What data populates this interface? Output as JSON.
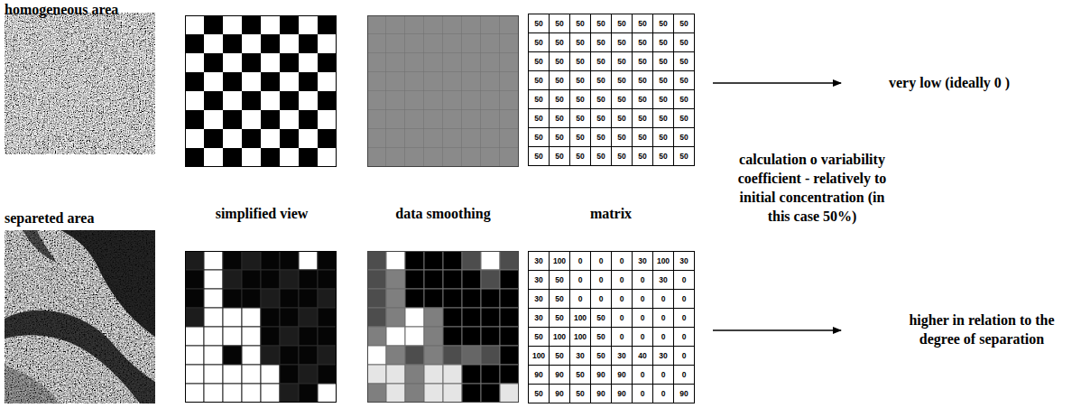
{
  "diagram": {
    "labels": [
      "homogeneous area",
      "very low (ideally 0 )",
      "simplified view",
      "data smoothing",
      "matrix",
      "calculation o variability coefficient - relatively to initial concentration (in this case 50%)",
      "separeted area",
      "higher in relation to the degree of separation",
      "50",
      "50",
      "50",
      "50",
      "50",
      "50",
      "50",
      "50",
      "50",
      "50",
      "50",
      "50",
      "50",
      "50",
      "50",
      "50",
      "50",
      "50",
      "50",
      "50",
      "50",
      "50",
      "50",
      "50",
      "50",
      "50",
      "50",
      "50",
      "50",
      "50",
      "50",
      "50",
      "50",
      "50",
      "50",
      "50",
      "50",
      "50",
      "50",
      "50",
      "50",
      "50",
      "50",
      "50",
      "50",
      "50",
      "50",
      "50",
      "50",
      "50",
      "50",
      "50",
      "50",
      "50",
      "50",
      "50",
      "50",
      "50",
      "50",
      "50",
      "50",
      "50",
      "50",
      "50",
      "30",
      "100",
      "0",
      "0",
      "0",
      "30",
      "100",
      "30",
      "30",
      "50",
      "0",
      "0",
      "0",
      "0",
      "30",
      "0",
      "30",
      "50",
      "0",
      "0",
      "0",
      "0",
      "0",
      "0",
      "30",
      "50",
      "100",
      "50",
      "0",
      "0",
      "0",
      "0",
      "50",
      "100",
      "100",
      "50",
      "0",
      "0",
      "0",
      "0",
      "100",
      "50",
      "30",
      "50",
      "30",
      "40",
      "30",
      "0",
      "90",
      "90",
      "50",
      "90",
      "90",
      "0",
      "0",
      "0",
      "50",
      "90",
      "50",
      "90",
      "90",
      "0",
      "0",
      "90"
    ]
  }
}
